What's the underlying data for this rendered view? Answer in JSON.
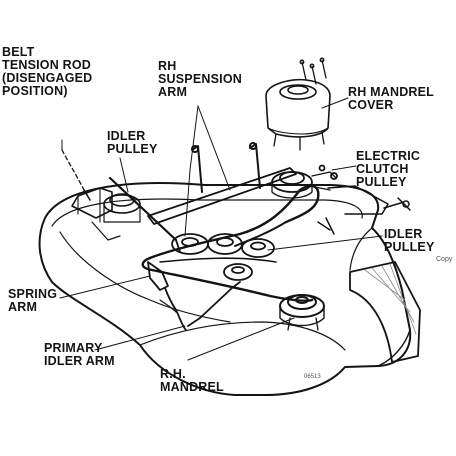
{
  "diagram": {
    "colors": {
      "ink": "#141414",
      "paper": "#ffffff",
      "hatch": "#8a8a8a"
    },
    "labels": {
      "belt_tension_rod": [
        "BELT",
        "TENSION ROD",
        "(DISENGAGED",
        "POSITION)"
      ],
      "idler_pulley_left": [
        "IDLER",
        "PULLEY"
      ],
      "rh_suspension_arm": [
        "RH",
        "SUSPENSION",
        "ARM"
      ],
      "rh_mandrel_cover": [
        "RH MANDREL",
        "COVER"
      ],
      "electric_clutch_pulley": [
        "ELECTRIC",
        "CLUTCH",
        "PULLEY"
      ],
      "idler_pulley_right": [
        "IDLER",
        "PULLEY"
      ],
      "spring_arm": [
        "SPRING",
        "ARM"
      ],
      "primary_idler_arm": [
        "PRIMARY",
        "IDLER ARM"
      ],
      "rh_mandrel": [
        "R.H.",
        "MANDREL"
      ]
    },
    "drawing_number": "06513",
    "edge_text": "Copy"
  }
}
